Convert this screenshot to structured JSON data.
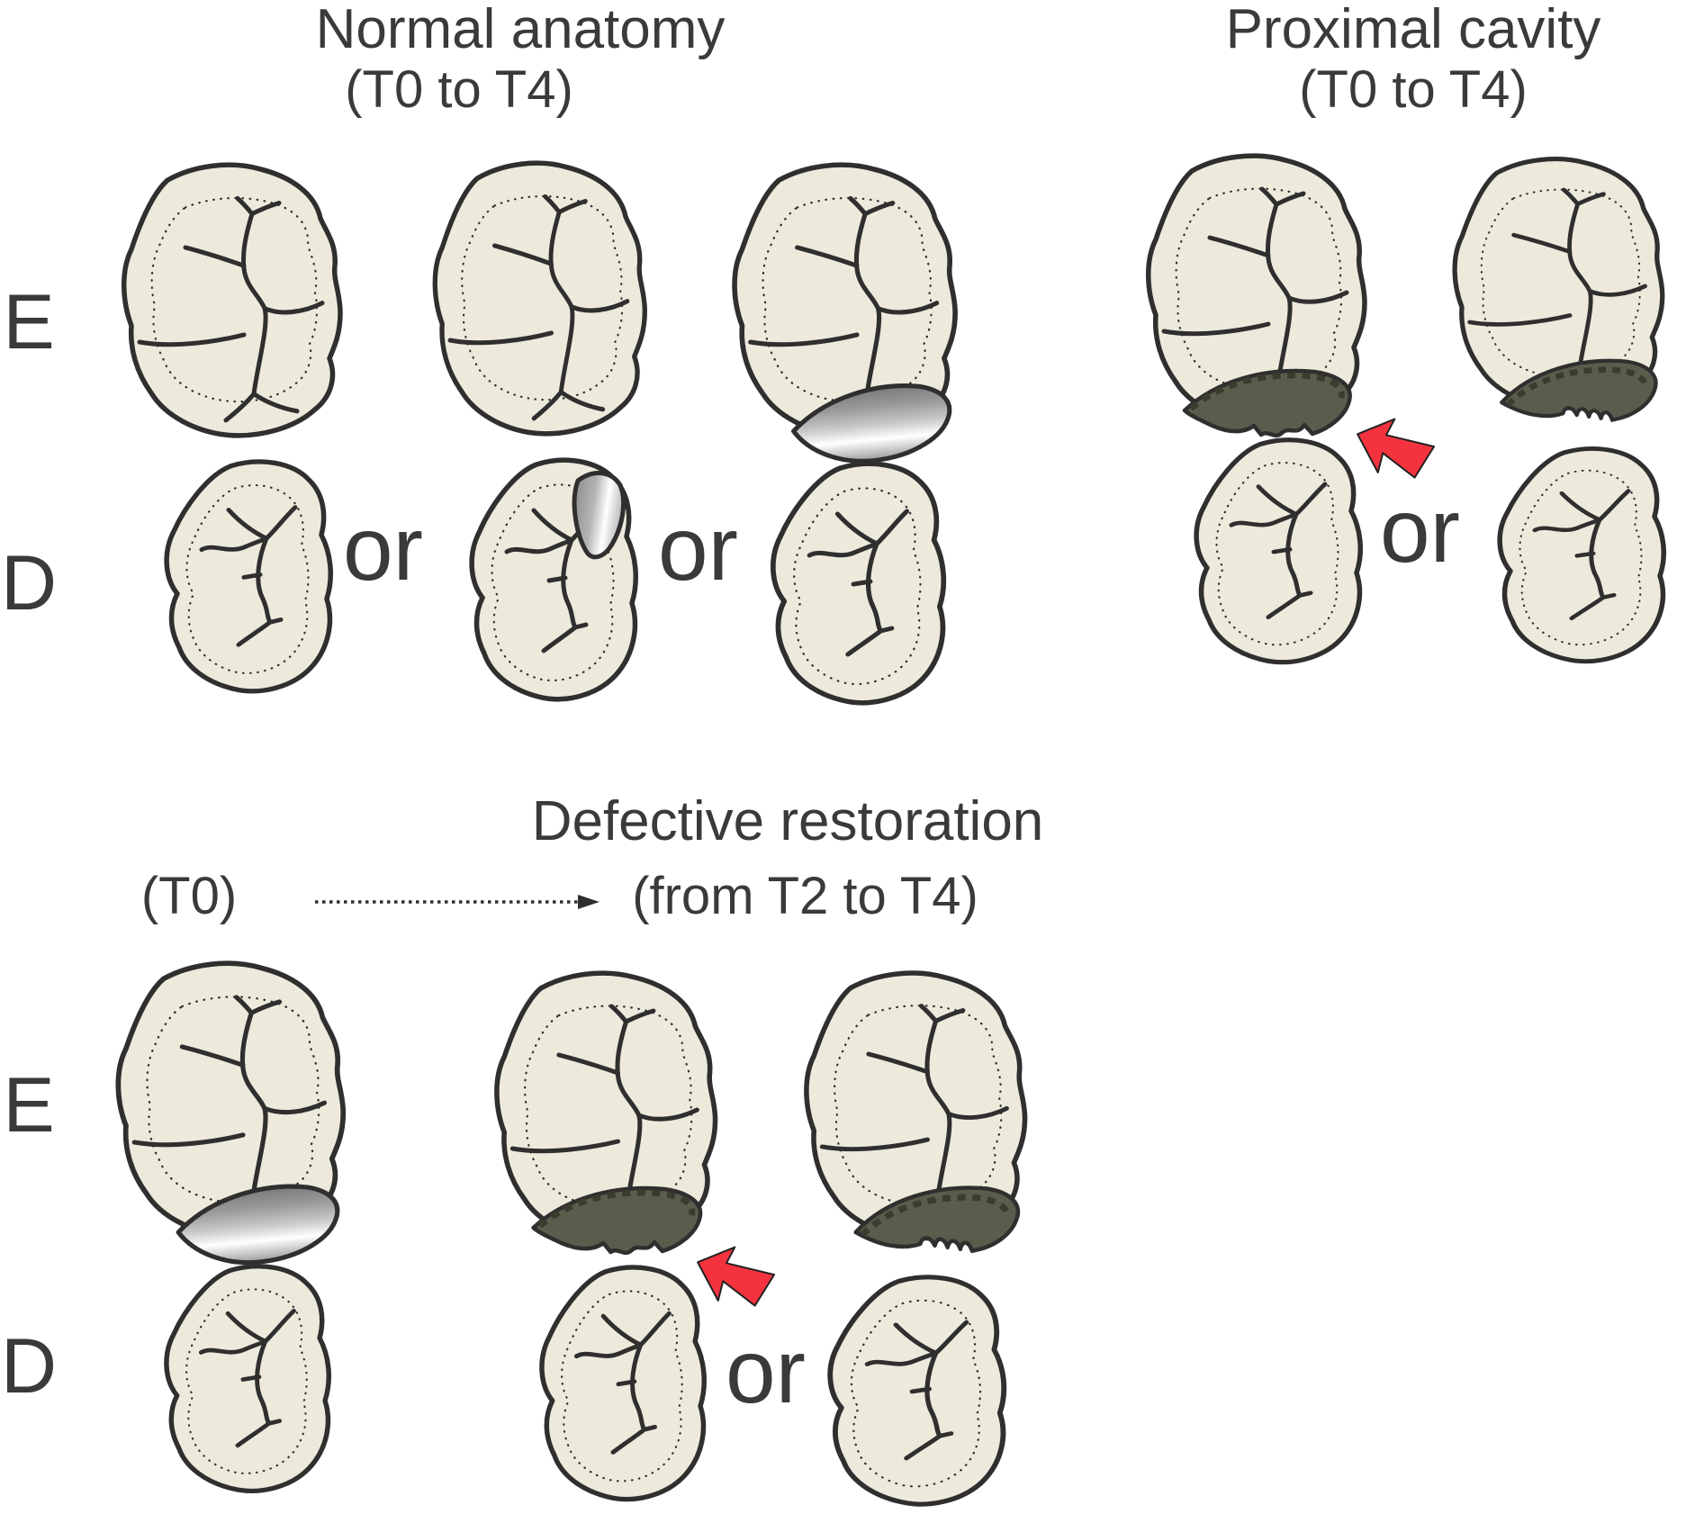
{
  "colors": {
    "background": "#FFFFFF",
    "tooth_fill": "#EDEADC",
    "outline": "#2F2F2F",
    "text": "#3A3A3A",
    "cavity_fill": "#5C5C4D",
    "cavity_dash": "#3B3B2F",
    "amalgam_gray": "#8F8F8F",
    "amalgam_highlight": "#FFFFFF",
    "arrow_red": "#F5333F"
  },
  "sections": {
    "normal_anatomy": {
      "title": "Normal anatomy",
      "subtitle": "(T0 to T4)",
      "row_label_upper": "E",
      "row_label_lower": "D",
      "or_first": "or",
      "or_second": "or"
    },
    "proximal_cavity": {
      "title": "Proximal cavity",
      "subtitle": "(T0 to T4)",
      "or": "or"
    },
    "defective_restoration": {
      "title": "Defective restoration",
      "timeline_start": "(T0)",
      "timeline_end": "(from T2 to T4)",
      "row_label_upper": "E",
      "row_label_lower": "D",
      "or": "or"
    }
  }
}
